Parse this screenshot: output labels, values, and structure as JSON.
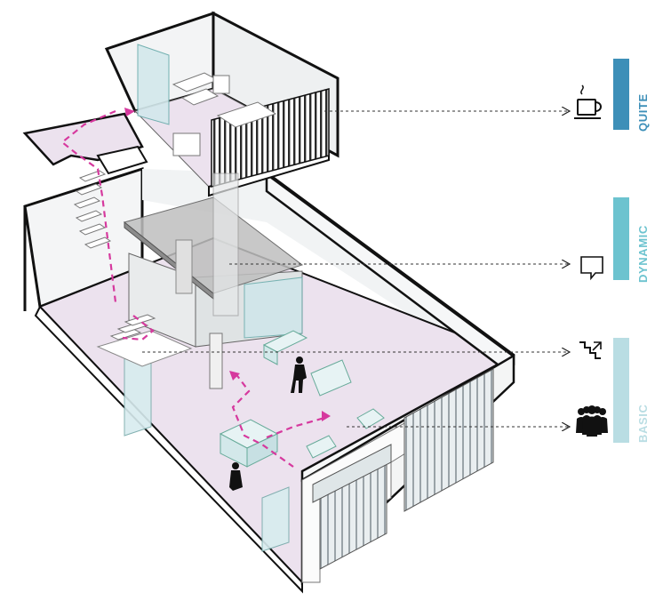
{
  "zones": [
    {
      "id": "quite",
      "label": "QUITE",
      "icon": "coffee-cup-icon",
      "color": "#3d8fb8"
    },
    {
      "id": "dynamic",
      "label": "DYNAMIC",
      "icon": "speech-bubble-icon",
      "color": "#6cc3cf"
    },
    {
      "id": "basic",
      "label": "BASIC",
      "icons": [
        "stairs-icon",
        "people-group-icon"
      ],
      "color": "#b9dde3"
    }
  ],
  "colors": {
    "floor": "#ece2ee",
    "wall_outline": "#111111",
    "glass": "#d8ecef",
    "circulation_path": "#d6399e",
    "leader_line": "#333333"
  }
}
